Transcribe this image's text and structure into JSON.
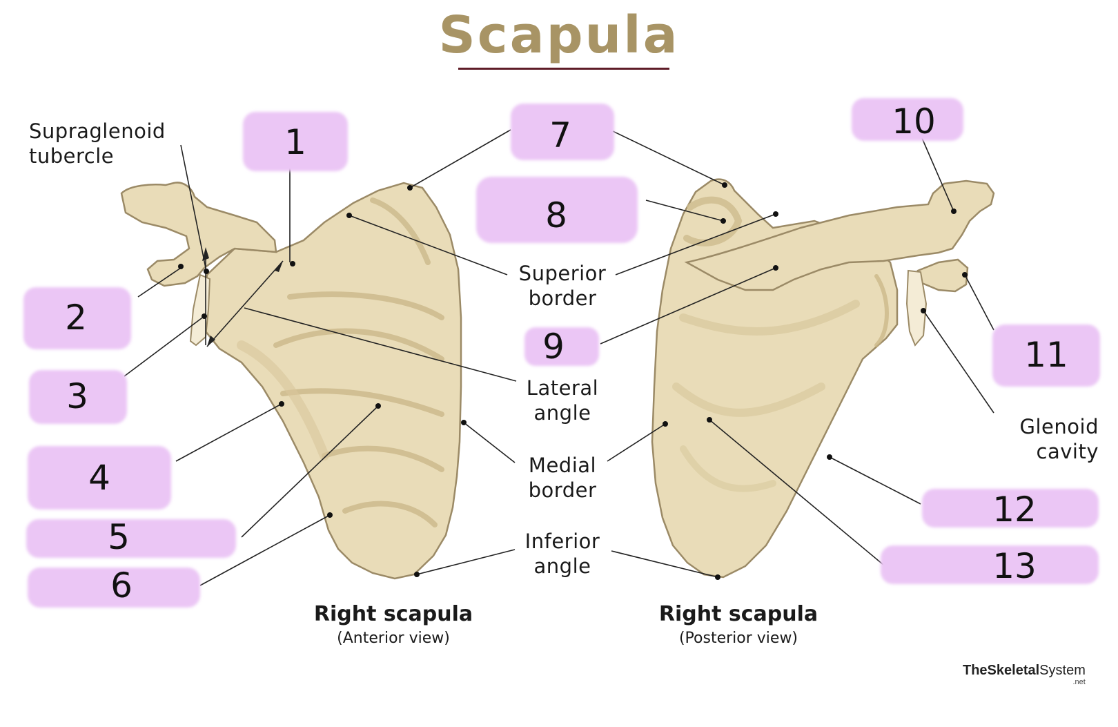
{
  "title": "Scapula",
  "labels": {
    "supraglenoid": [
      "Supraglenoid",
      "tubercle"
    ],
    "superior_border": [
      "Superior",
      "border"
    ],
    "lateral_angle": [
      "Lateral",
      "angle"
    ],
    "medial_border": [
      "Medial",
      "border"
    ],
    "inferior_angle": [
      "Inferior",
      "angle"
    ],
    "glenoid_cavity": [
      "Glenoid",
      "cavity"
    ]
  },
  "views": {
    "anterior": {
      "title": "Right scapula",
      "subtitle": "(Anterior view)"
    },
    "posterior": {
      "title": "Right scapula",
      "subtitle": "(Posterior view)"
    }
  },
  "hidden_labels": [
    "1",
    "2",
    "3",
    "4",
    "5",
    "6",
    "7",
    "8",
    "9",
    "10",
    "11",
    "12",
    "13"
  ],
  "logo": {
    "main": "TheSkeletal",
    "second": "System",
    "suffix": ".net"
  },
  "colors": {
    "title": "#a89465",
    "rule": "#5e1c27",
    "bone": "#e9dcb8",
    "highlight": "#ebc6f5"
  }
}
